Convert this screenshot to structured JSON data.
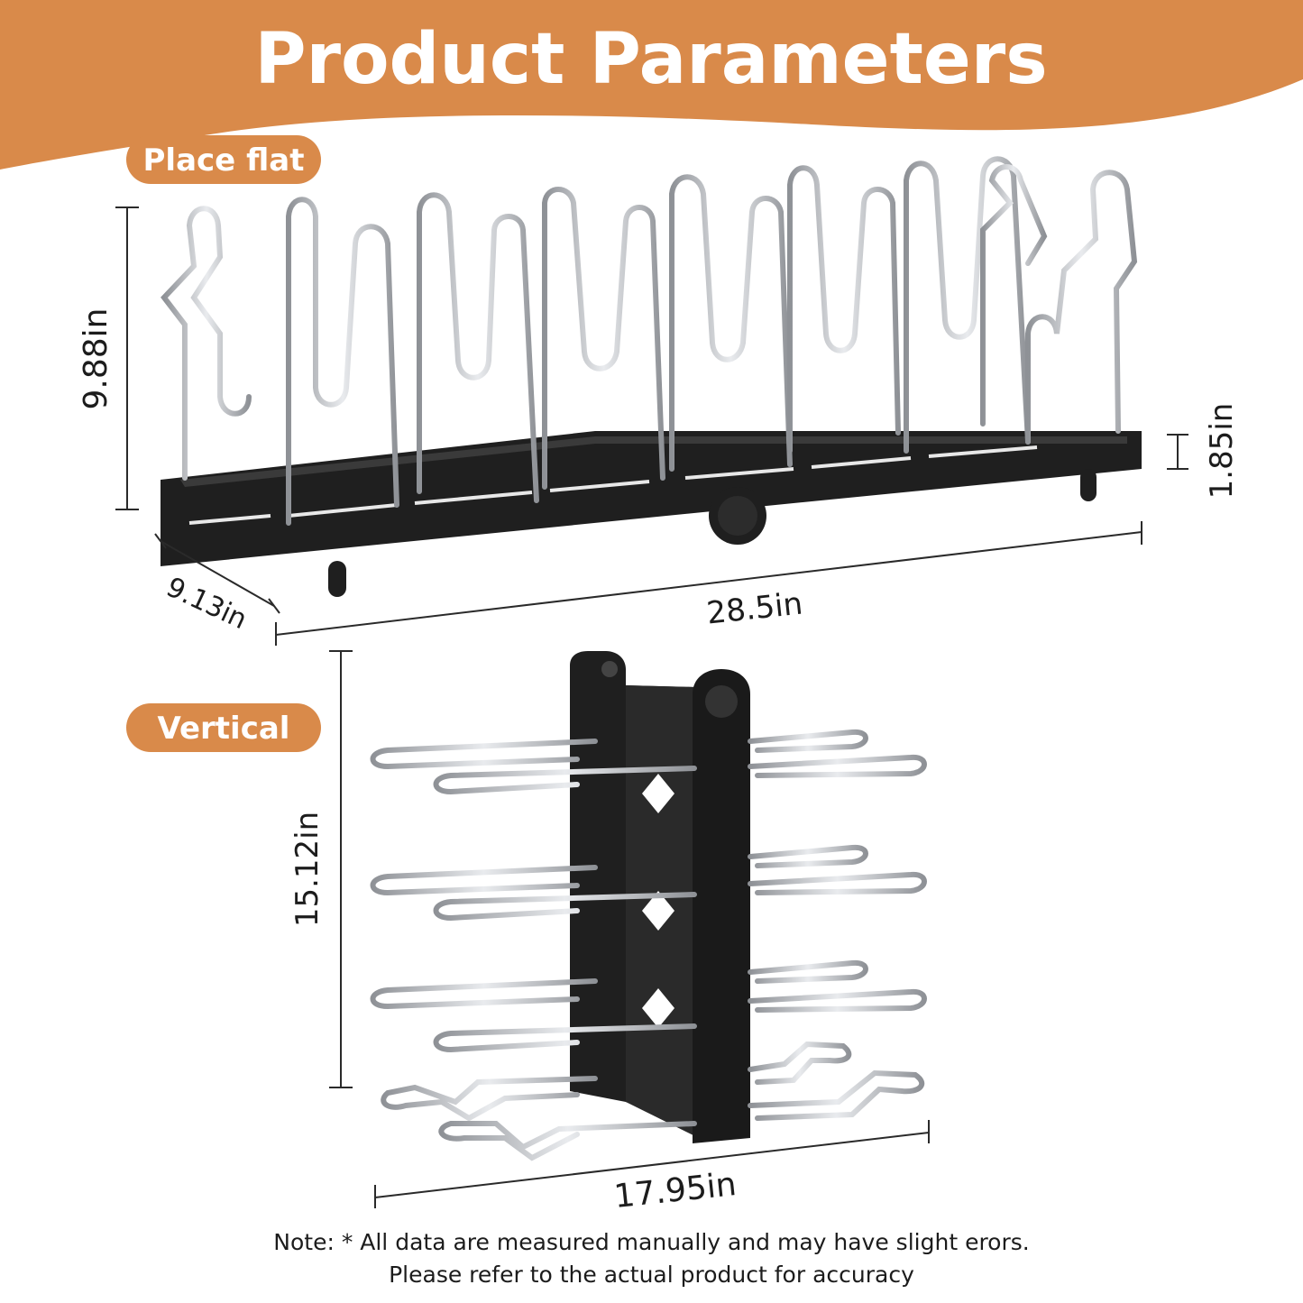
{
  "header": {
    "title": "Product Parameters"
  },
  "colors": {
    "accent": "#D98A4A",
    "frame": "#1f1f1f",
    "wire": "#b9bcc0",
    "text": "#1c1c1c"
  },
  "flat": {
    "label": "Place flat",
    "height": "9.88in",
    "tray_height": "1.85in",
    "depth": "9.13in",
    "length": "28.5in"
  },
  "vertical": {
    "label": "Vertical",
    "height": "15.12in",
    "width": "17.95in"
  },
  "note": {
    "line1": "Note: * All data are measured manually and may have slight erors.",
    "line2": "Please refer to the actual product for accuracy"
  }
}
